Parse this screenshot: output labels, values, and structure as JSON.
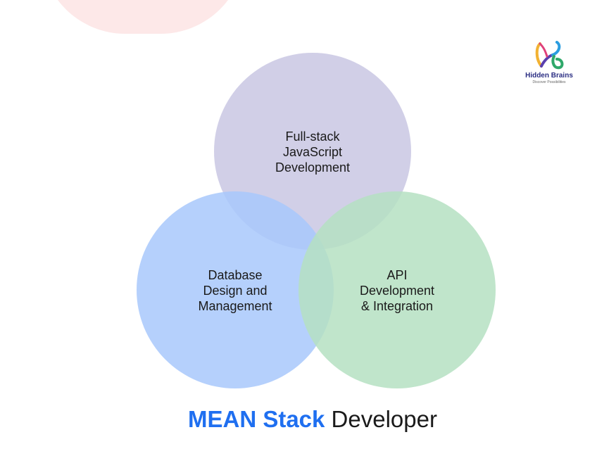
{
  "venn": {
    "circles": [
      {
        "label": "Full-stack\nJavaScript\nDevelopment",
        "color": "#c2bfdf"
      },
      {
        "label": "Database\nDesign and\nManagement",
        "color": "#a8c8fb"
      },
      {
        "label": "API\nDevelopment\n& Integration",
        "color": "#b5e0c2"
      }
    ]
  },
  "title": {
    "accent_text": "MEAN Stack",
    "rest_text": " Developer",
    "accent_color": "#1f6ff0"
  },
  "logo": {
    "name": "Hidden Brains",
    "tagline": "Discover Possibilities"
  },
  "decor": {
    "blob_color": "#fde8e8"
  }
}
